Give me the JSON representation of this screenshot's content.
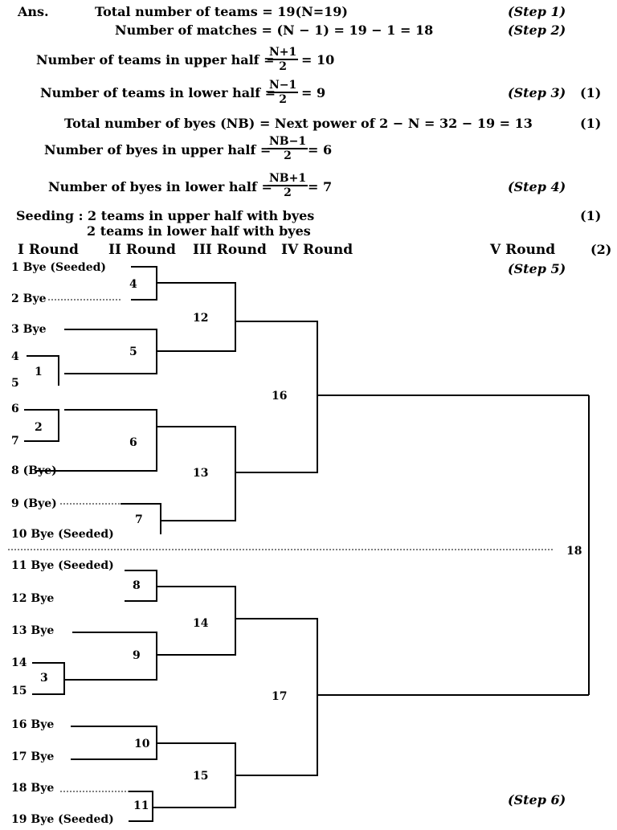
{
  "header": {
    "ans_label": "Ans.",
    "line1": "Total number of teams = 19(N=19)",
    "step1": "(Step 1)",
    "line2": "Number of matches = (N − 1) = 19 − 1 = 18",
    "step2": "(Step 2)",
    "upper_teams_label": "Number of teams in upper half =",
    "upper_teams_num": "N+1",
    "upper_teams_den": "2",
    "upper_teams_val": "= 10",
    "lower_teams_label": "Number of teams in lower half =",
    "lower_teams_num": "N−1",
    "lower_teams_den": "2",
    "lower_teams_val": "= 9",
    "step3": "(Step 3)",
    "mark1": "(1)",
    "byes_total": "Total number of byes (NB) = Next power of 2 − N = 32 − 19 = 13",
    "mark2": "(1)",
    "upper_byes_label": "Number of byes in upper half =",
    "upper_byes_num": "NB−1",
    "upper_byes_den": "2",
    "upper_byes_val": "= 6",
    "lower_byes_label": "Number of byes in lower half =",
    "lower_byes_num": "NB+1",
    "lower_byes_den": "2",
    "lower_byes_val": "= 7",
    "step4": "(Step 4)",
    "seeding1": "Seeding : 2 teams in upper half with byes",
    "mark3": "(1)",
    "seeding2": "2 teams in lower half with byes"
  },
  "rounds": {
    "r1": "I Round",
    "r2": "II Round",
    "r3": "III Round",
    "r4": "IV Round",
    "r5": "V Round",
    "mark": "(2)",
    "step5": "(Step 5)",
    "step6": "(Step 6)"
  },
  "teams": [
    "1 Bye (Seeded)",
    "2 Bye",
    "3 Bye",
    "4",
    "5",
    "6",
    "7",
    "8 (Bye)",
    "9 (Bye)",
    "10  Bye (Seeded)",
    "11 Bye (Seeded)",
    "12 Bye",
    "13 Bye",
    "14",
    "15",
    "16 Bye",
    "17 Bye",
    "18 Bye",
    "19 Bye (Seeded)"
  ],
  "matches": {
    "m1": "1",
    "m2": "2",
    "m3": "3",
    "m4": "4",
    "m5": "5",
    "m6": "6",
    "m7": "7",
    "m8": "8",
    "m9": "9",
    "m10": "10",
    "m11": "11",
    "m12": "12",
    "m13": "13",
    "m14": "14",
    "m15": "15",
    "m16": "16",
    "m17": "17",
    "m18": "18"
  }
}
